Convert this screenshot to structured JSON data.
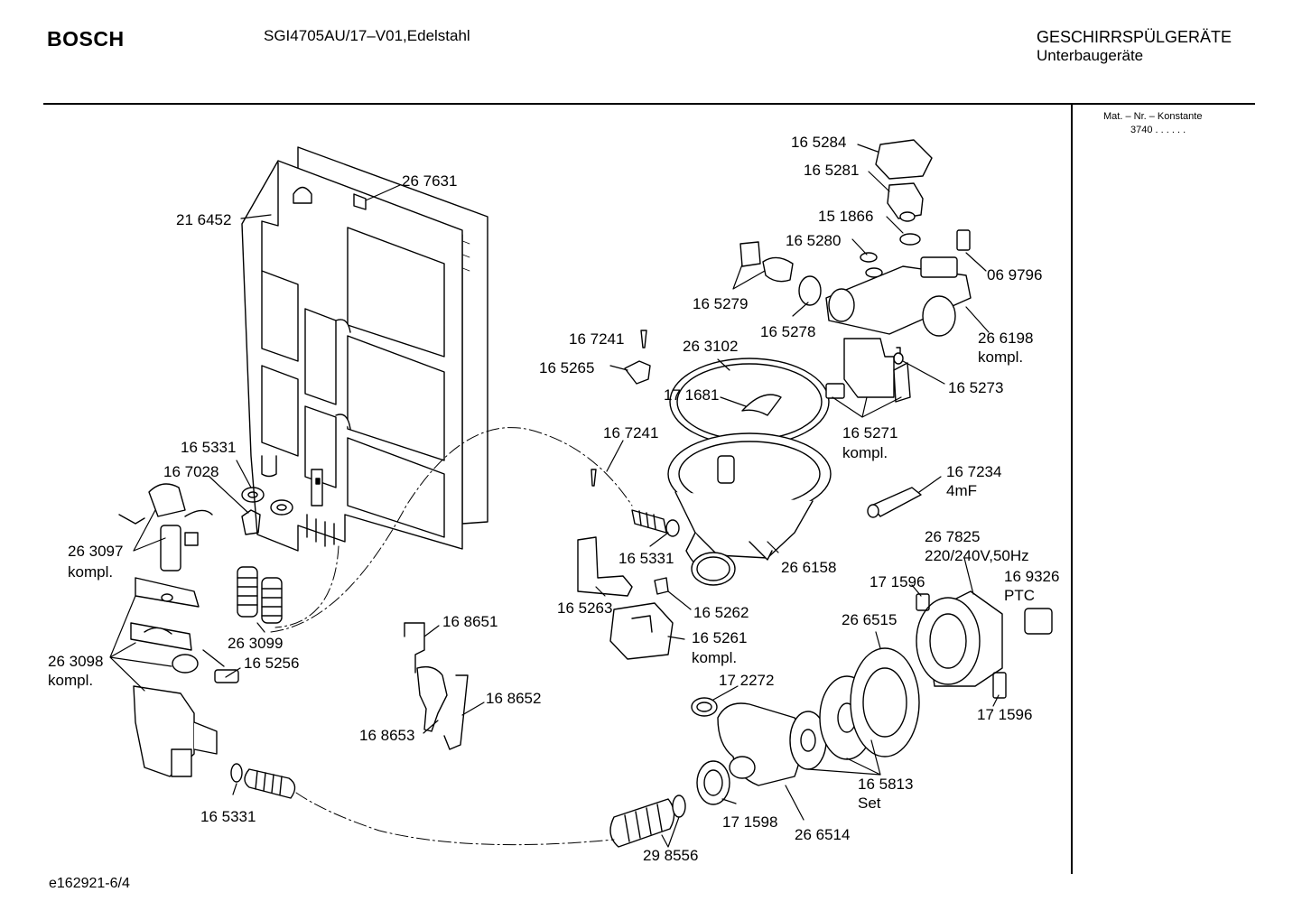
{
  "header": {
    "brand": "BOSCH",
    "model": "SGI4705AU/17–V01,Edelstahl",
    "category": "GESCHIRRSPÜLGERÄTE",
    "subcategory": "Unterbaugeräte"
  },
  "sidebar": {
    "mat_label": "Mat. – Nr. – Konstante",
    "mat_value": "3740  .  .  .  .  .  ."
  },
  "footer": {
    "doc_id": "e162921-6/4"
  },
  "labels": [
    {
      "id": "l267631",
      "text": "26 7631"
    },
    {
      "id": "l216452",
      "text": "21 6452"
    },
    {
      "id": "l165331a",
      "text": "16 5331"
    },
    {
      "id": "l167028",
      "text": "16 7028"
    },
    {
      "id": "l263097",
      "text": "26 3097"
    },
    {
      "id": "l263097k",
      "text": "kompl."
    },
    {
      "id": "l263099",
      "text": "26 3099"
    },
    {
      "id": "l263098",
      "text": "26 3098"
    },
    {
      "id": "l263098k",
      "text": "kompl."
    },
    {
      "id": "l165256",
      "text": "16 5256"
    },
    {
      "id": "l165331c",
      "text": "16 5331"
    },
    {
      "id": "l168651",
      "text": "16 8651"
    },
    {
      "id": "l168652",
      "text": "16 8652"
    },
    {
      "id": "l168653",
      "text": "16 8653"
    },
    {
      "id": "l167241a",
      "text": "16 7241"
    },
    {
      "id": "l165265",
      "text": "16 5265"
    },
    {
      "id": "l263102",
      "text": "26 3102"
    },
    {
      "id": "l171681",
      "text": "17 1681"
    },
    {
      "id": "l167241b",
      "text": "16 7241"
    },
    {
      "id": "l165331b",
      "text": "16 5331"
    },
    {
      "id": "l266158",
      "text": "26 6158"
    },
    {
      "id": "l165263",
      "text": "16 5263"
    },
    {
      "id": "l165262",
      "text": "16 5262"
    },
    {
      "id": "l165261",
      "text": "16 5261"
    },
    {
      "id": "l165261k",
      "text": "kompl."
    },
    {
      "id": "l172272",
      "text": "17 2272"
    },
    {
      "id": "l171598",
      "text": "17 1598"
    },
    {
      "id": "l266514",
      "text": "26 6514"
    },
    {
      "id": "l298556",
      "text": "29 8556"
    },
    {
      "id": "l165284",
      "text": "16 5284"
    },
    {
      "id": "l165281",
      "text": "16 5281"
    },
    {
      "id": "l151866",
      "text": "15 1866"
    },
    {
      "id": "l165280",
      "text": "16 5280"
    },
    {
      "id": "l069796",
      "text": "06 9796"
    },
    {
      "id": "l165279",
      "text": "16 5279"
    },
    {
      "id": "l165278",
      "text": "16 5278"
    },
    {
      "id": "l266198",
      "text": "26 6198"
    },
    {
      "id": "l266198k",
      "text": "kompl."
    },
    {
      "id": "l165273",
      "text": "16 5273"
    },
    {
      "id": "l165271",
      "text": "16 5271"
    },
    {
      "id": "l165271k",
      "text": "kompl."
    },
    {
      "id": "l167234",
      "text": "16 7234"
    },
    {
      "id": "l167234v",
      "text": "4mF"
    },
    {
      "id": "l267825",
      "text": "26 7825"
    },
    {
      "id": "l267825v",
      "text": "220/240V,50Hz"
    },
    {
      "id": "l171596a",
      "text": "17 1596"
    },
    {
      "id": "l169326",
      "text": "16 9326"
    },
    {
      "id": "l169326v",
      "text": "PTC"
    },
    {
      "id": "l266515",
      "text": "26 6515"
    },
    {
      "id": "l171596b",
      "text": "17 1596"
    },
    {
      "id": "l165813",
      "text": "16 5813"
    },
    {
      "id": "l165813s",
      "text": "Set"
    }
  ]
}
